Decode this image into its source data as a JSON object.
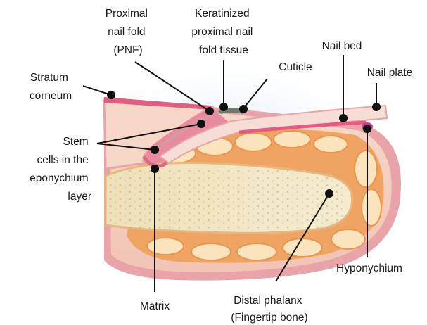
{
  "labels": {
    "pnf": [
      "Proximal",
      "nail fold",
      "(PNF)"
    ],
    "keratinized": [
      "Keratinized",
      "proximal nail",
      "fold tissue"
    ],
    "cuticle": [
      "Cuticle"
    ],
    "nail_bed": [
      "Nail bed"
    ],
    "nail_plate": [
      "Nail plate"
    ],
    "stratum": [
      "Stratum",
      "corneum"
    ],
    "stem": [
      "Stem",
      "cells in the",
      "eponychium",
      "layer"
    ],
    "hyponychium": [
      "Hyponychium"
    ],
    "matrix": [
      "Matrix"
    ],
    "distal": [
      "Distal phalanx",
      "(Fingertip bone)"
    ]
  },
  "colors": {
    "skin_outer": "#e8a3a8",
    "skin_inner": "#f3cfc2",
    "fat": "#f0a463",
    "fat_light": "#fbe3bd",
    "bone": "#f2e6c4",
    "bone_speckle": "#b7b0a0",
    "nail": "#f7d8d3",
    "glow": "#cfe3f5"
  }
}
